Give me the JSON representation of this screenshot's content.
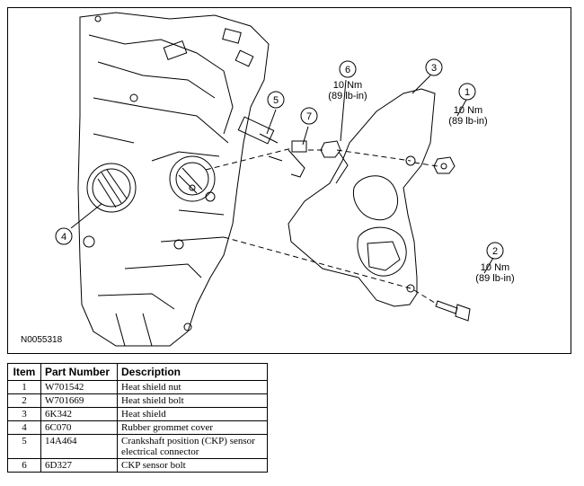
{
  "figure_id": "N0055318",
  "callouts": [
    "1",
    "2",
    "3",
    "4",
    "5",
    "6",
    "7"
  ],
  "torque_specs": {
    "item1": [
      "10 Nm",
      "(89 lb-in)"
    ],
    "item2": [
      "10 Nm",
      "(89 lb-in)"
    ],
    "item6": [
      "10 Nm",
      "(89 lb-in)"
    ]
  },
  "table": {
    "headers": [
      "Item",
      "Part Number",
      "Description"
    ],
    "rows": [
      {
        "item": "1",
        "part": "W701542",
        "desc": "Heat shield nut"
      },
      {
        "item": "2",
        "part": "W701669",
        "desc": "Heat shield bolt"
      },
      {
        "item": "3",
        "part": "6K342",
        "desc": "Heat shield"
      },
      {
        "item": "4",
        "part": "6C070",
        "desc": "Rubber grommet cover"
      },
      {
        "item": "5",
        "part": "14A464",
        "desc": "Crankshaft position (CKP) sensor electrical connector"
      },
      {
        "item": "6",
        "part": "6D327",
        "desc": "CKP sensor bolt"
      }
    ]
  }
}
